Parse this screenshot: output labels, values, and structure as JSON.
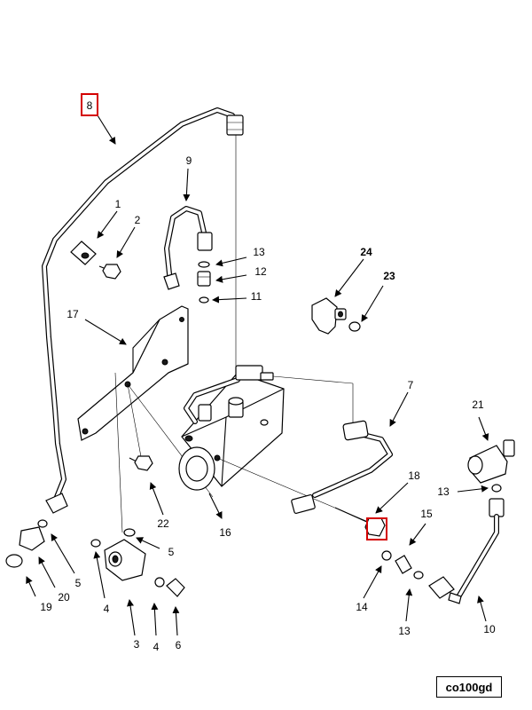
{
  "diagram": {
    "callouts": {
      "c1": "1",
      "c2": "2",
      "c3": "3",
      "c4a": "4",
      "c4b": "4",
      "c5a": "5",
      "c5b": "5",
      "c6": "6",
      "c7": "7",
      "c8": "8",
      "c9": "9",
      "c10": "10",
      "c11": "11",
      "c12": "12",
      "c13a": "13",
      "c13b": "13",
      "c13c": "13",
      "c14": "14",
      "c15": "15",
      "c16": "16",
      "c17": "17",
      "c18": "18",
      "c19": "19",
      "c20": "20",
      "c21": "21",
      "c22": "22",
      "c23": "23",
      "c24": "24"
    },
    "highlighted_callouts": [
      "8",
      "18"
    ],
    "highlight_color": "#d40000",
    "figure_code": "co100gd"
  }
}
